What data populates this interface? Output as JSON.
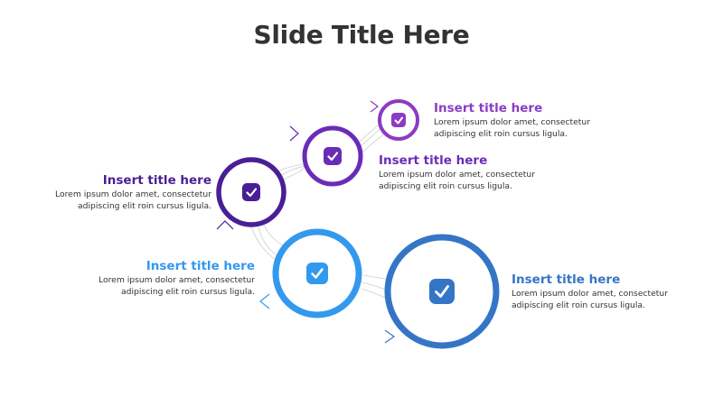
{
  "slide": {
    "title": "Slide Title Here"
  },
  "items": [
    {
      "title": "Insert title here",
      "description": [
        "Lorem ipsum dolor amet, consectetur",
        "adipiscing elit roin cursus ligula."
      ],
      "color": "#8a3cc4",
      "icon": "check-icon"
    },
    {
      "title": "Insert title here",
      "description": [
        "Lorem ipsum dolor amet, consectetur",
        "adipiscing elit roin cursus ligula."
      ],
      "color": "#6a2cb8",
      "icon": "check-icon"
    },
    {
      "title": "Insert title here",
      "description": [
        "Lorem ipsum dolor amet, consectetur",
        "adipiscing elit roin cursus ligula."
      ],
      "color": "#4a1e96",
      "icon": "check-icon"
    },
    {
      "title": "Insert title here",
      "description": [
        "Lorem ipsum dolor amet, consectetur",
        "adipiscing elit roin cursus ligula."
      ],
      "color": "#3399ee",
      "icon": "check-icon"
    },
    {
      "title": "Insert title here",
      "description": [
        "Lorem ipsum dolor amet, consectetur",
        "adipiscing elit roin cursus ligula."
      ],
      "color": "#3575c6",
      "icon": "check-icon"
    }
  ]
}
